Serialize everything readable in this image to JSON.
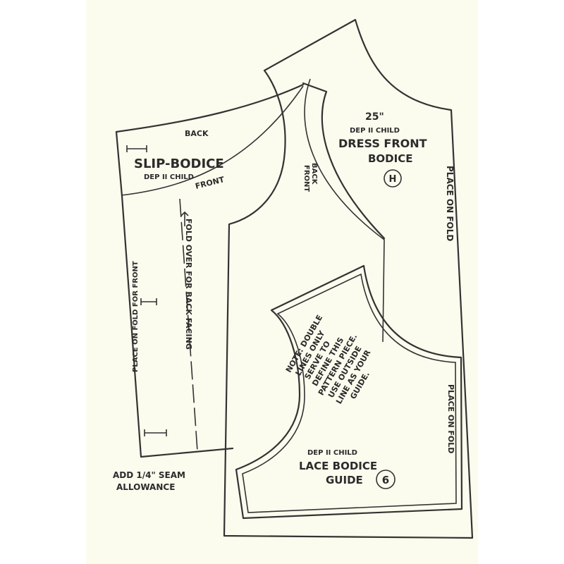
{
  "page": {
    "paper_color": "#fbfbee",
    "ink_color": "#2b2b2b"
  },
  "slip_bodice": {
    "back": "BACK",
    "front": "FRONT",
    "title": "SLIP-BODICE",
    "subtitle": "DEP II CHILD",
    "fold_instruction": "FOLD OVER FOR BACK FACING",
    "place_on_fold": "PLACE ON FOLD FOR FRONT"
  },
  "dress_front": {
    "size": "25\"",
    "subtitle": "DEP II CHILD",
    "title_line1": "DRESS FRONT",
    "title_line2": "BODICE",
    "piece_letter": "H",
    "back": "BACK",
    "front": "FRONT",
    "place_on_fold": "PLACE ON FOLD"
  },
  "lace_bodice": {
    "note": [
      "NOTE: DOUBLE",
      "LINES ONLY",
      "SERVE TO",
      "DEFINE THIS",
      "PATTERN PIECE.",
      "USE OUTSIDE",
      "LINE AS YOUR",
      "GUIDE."
    ],
    "subtitle": "DEP II CHILD",
    "title_line1": "LACE BODICE",
    "title_line2": "GUIDE",
    "piece_number": "6",
    "place_on_fold": "PLACE ON FOLD"
  },
  "seam_allowance": {
    "line1": "ADD 1/4\" SEAM",
    "line2": "ALLOWANCE"
  }
}
